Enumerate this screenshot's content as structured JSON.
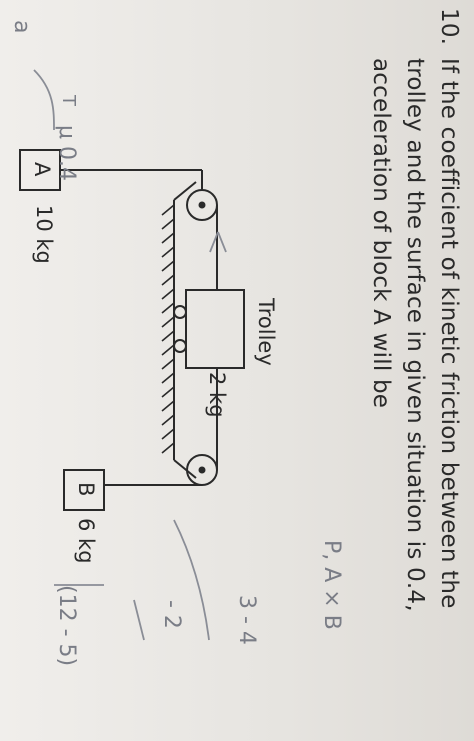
{
  "question": {
    "number": "10.",
    "lines": [
      "If the coefficient of kinetic friction between the",
      "trolley and the surface in given situation is 0.4,",
      "acceleration of block A will be"
    ]
  },
  "diagram": {
    "trolley_label": "Trolley",
    "trolley_mass": "2 kg",
    "block_a_letter": "A",
    "block_a_mass": "10 kg",
    "block_b_letter": "B",
    "block_b_mass": "6 kg"
  },
  "handwritten": {
    "mu_note": "μ 0.4",
    "a_note": "a",
    "t_note": "T",
    "note_1": "P, A × B",
    "note_2": "3 - 4",
    "note_3": "- 2",
    "note_4": "(12 - 5)"
  }
}
